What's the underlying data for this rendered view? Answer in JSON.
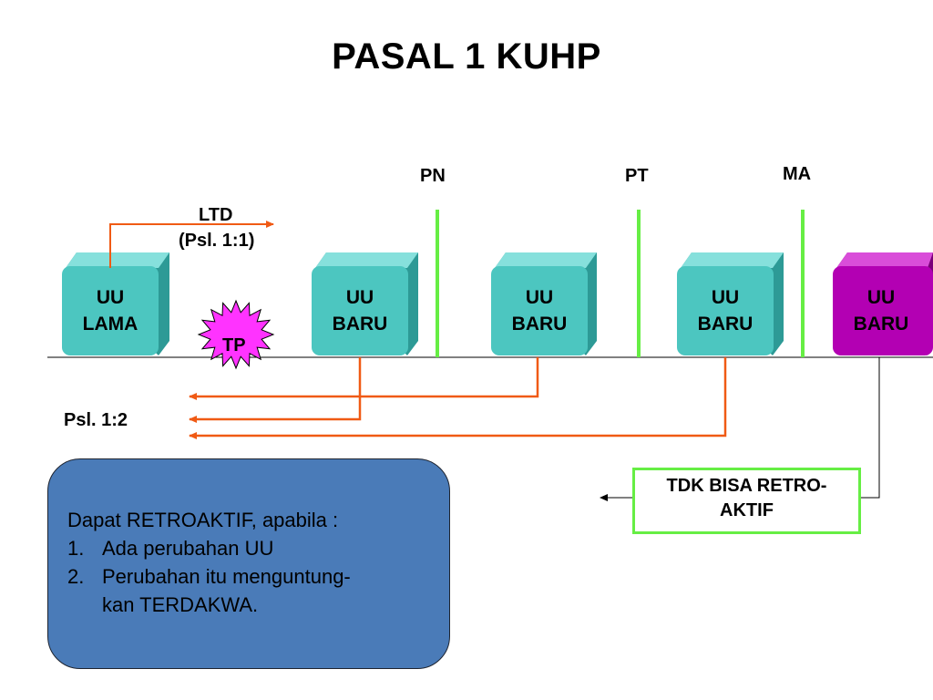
{
  "slide": {
    "title": "PASAL 1 KUHP"
  },
  "courts": {
    "pn": "PN",
    "pt": "PT",
    "ma": "MA"
  },
  "ltd": {
    "line1": "LTD",
    "line2": "(Psl. 1:1)"
  },
  "tp": "TP",
  "laws": [
    {
      "line1": "UU",
      "line2": "LAMA",
      "color": "#4cc6c0"
    },
    {
      "line1": "UU",
      "line2": "BARU",
      "color": "#4cc6c0"
    },
    {
      "line1": "UU",
      "line2": "BARU",
      "color": "#4cc6c0"
    },
    {
      "line1": "UU",
      "line2": "BARU",
      "color": "#4cc6c0"
    },
    {
      "line1": "UU",
      "line2": "BARU",
      "color": "#b300b3"
    }
  ],
  "psl12": "Psl. 1:2",
  "no_retro": {
    "line1": "TDK BISA RETRO-",
    "line2": "AKTIF"
  },
  "rule": {
    "heading": "Dapat RETROAKTIF, apabila :",
    "items": [
      {
        "num": "1.",
        "text": "Ada perubahan UU"
      },
      {
        "num": "2.",
        "text": "Perubahan itu menguntung-"
      }
    ],
    "item2_cont": "kan TERDAKWA."
  },
  "colors": {
    "arrow": "#f05a14",
    "court_line": "#66ee44",
    "starburst": "#ff33ff",
    "rule_box": "#4a7bb8"
  }
}
